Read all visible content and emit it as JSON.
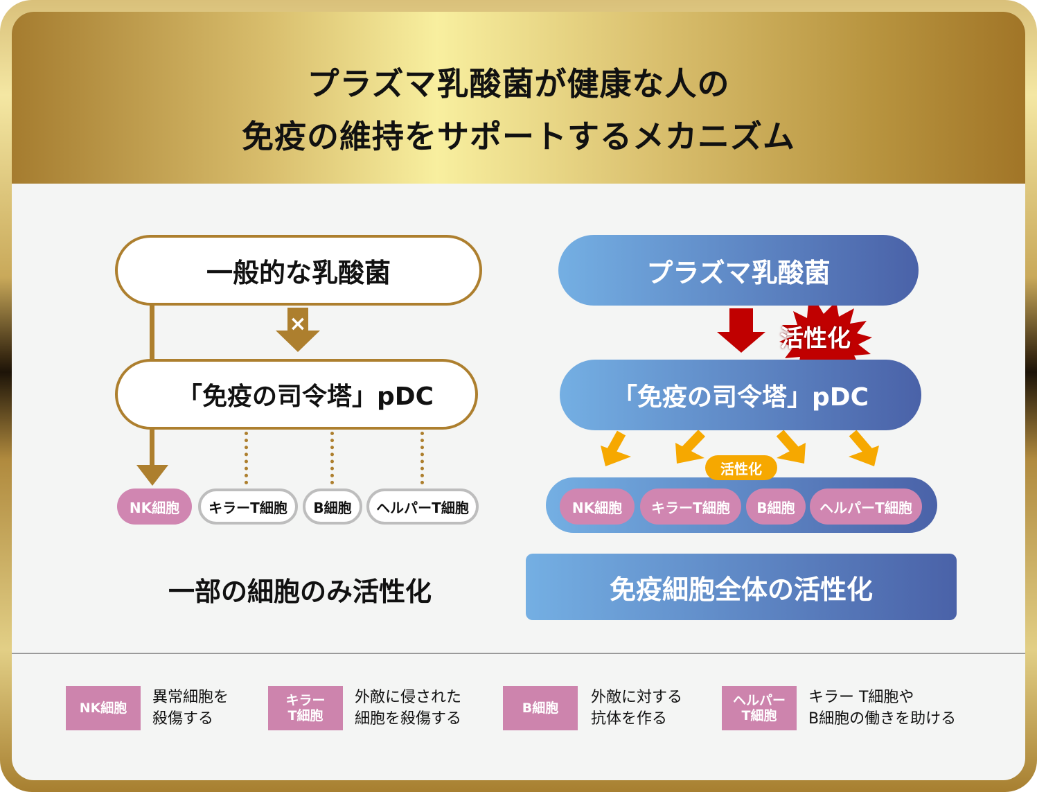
{
  "title": {
    "line1": "プラズマ乳酸菌が健康な人の",
    "line2": "免疫の維持をサポートするメカニズム"
  },
  "left": {
    "top_label": "一般的な乳酸菌",
    "cross": "×",
    "pdc_label": "「免疫の司令塔」pDC",
    "cells": [
      "NK細胞",
      "キラーT細胞",
      "B細胞",
      "ヘルパーT細胞"
    ],
    "caption": "一部の細胞のみ活性化"
  },
  "right": {
    "top_label": "プラズマ乳酸菌",
    "burst_label": "活性化",
    "pdc_label": "「免疫の司令塔」pDC",
    "activate_badge": "活性化",
    "cells": [
      "NK細胞",
      "キラーT細胞",
      "B細胞",
      "ヘルパーT細胞"
    ],
    "caption": "免疫細胞全体の活性化"
  },
  "legend": [
    {
      "badge_line1": "NK細胞",
      "badge_line2": "",
      "text_line1": "異常細胞を",
      "text_line2": "殺傷する"
    },
    {
      "badge_line1": "キラー",
      "badge_line2": "T細胞",
      "text_line1": "外敵に侵された",
      "text_line2": "細胞を殺傷する"
    },
    {
      "badge_line1": "B細胞",
      "badge_line2": "",
      "text_line1": "外敵に対する",
      "text_line2": "抗体を作る"
    },
    {
      "badge_line1": "ヘルパー",
      "badge_line2": "T細胞",
      "text_line1": "キラー T細胞や",
      "text_line2": "B細胞の働きを助ける"
    }
  ],
  "colors": {
    "gold_border": "#ad7f2e",
    "blue_start": "#74afe3",
    "blue_end": "#4a62a8",
    "pink": "#d086b1",
    "red_arrow": "#c00000",
    "orange": "#f6a800"
  }
}
